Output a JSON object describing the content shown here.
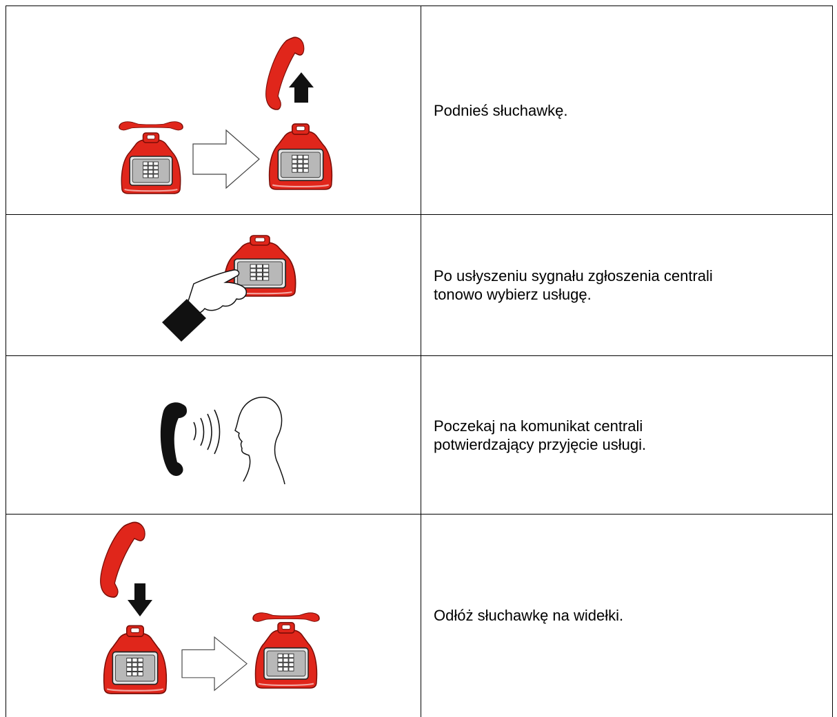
{
  "steps": [
    {
      "illustration": "lift-handset-illustration",
      "lines": [
        "Podnieś słuchawkę."
      ]
    },
    {
      "illustration": "dial-keypad-illustration",
      "lines": [
        "Po usłyszeniu sygnału zgłoszenia centrali",
        "tonowo wybierz usługę."
      ]
    },
    {
      "illustration": "listen-message-illustration",
      "lines": [
        "Poczekaj na komunikat centrali",
        "potwierdzający przyjęcie usługi."
      ]
    },
    {
      "illustration": "hang-up-illustration",
      "lines": [
        "Odłóż słuchawkę na widełki."
      ]
    }
  ],
  "colors": {
    "phone_red": "#e0261b",
    "keypad_gray": "#b8b8b8",
    "border": "#000000"
  }
}
